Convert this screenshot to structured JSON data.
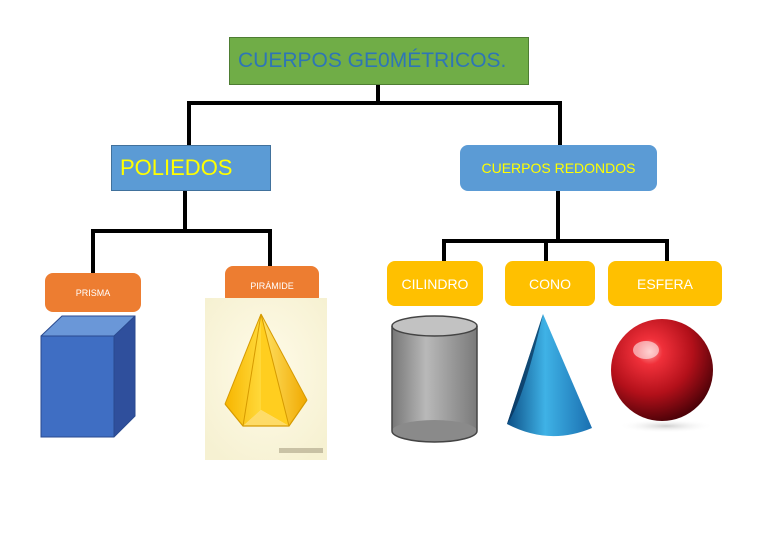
{
  "diagram": {
    "title": "CUERPOS GE0MÉTRICOS.",
    "poliedos": {
      "label": "POLIEDOS",
      "children": [
        {
          "label": "PRISMA",
          "shape": "blue-rectangular-prism"
        },
        {
          "label": "PIRÁMIDE",
          "shape": "yellow-pentagonal-pyramid"
        }
      ]
    },
    "redondos": {
      "label": "CUERPOS REDONDOS",
      "children": [
        {
          "label": "CILINDRO",
          "shape": "grey-cylinder"
        },
        {
          "label": "CONO",
          "shape": "blue-cone"
        },
        {
          "label": "ESFERA",
          "shape": "red-sphere"
        }
      ]
    }
  },
  "colors": {
    "title_fill": "#70ad47",
    "title_text": "#2e75b6",
    "category_fill": "#5b9bd5",
    "category_text": "#ffff00",
    "poliedro_fill": "#ed7d31",
    "redondo_fill": "#ffc000",
    "connector": "#000000"
  }
}
